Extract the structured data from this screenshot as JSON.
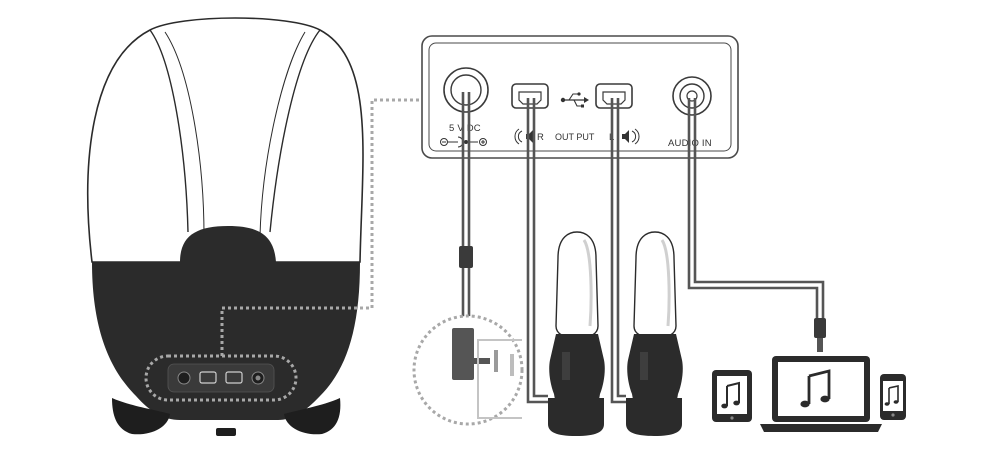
{
  "panel": {
    "power_label": "5 V DC",
    "output_label": "OUT PUT",
    "right_label": "R",
    "left_label": "L",
    "audio_in_label": "AUDIO IN"
  },
  "icons": {
    "usb": "usb-icon",
    "speaker_right": "speaker-right-icon",
    "speaker_left": "speaker-left-icon",
    "music_note": "music-note-icon"
  },
  "colors": {
    "body": "#2b2b2b",
    "line": "#555555",
    "dotted": "#a8a8a8",
    "screen": "#ffffff",
    "gray": "#8a8a8a"
  }
}
